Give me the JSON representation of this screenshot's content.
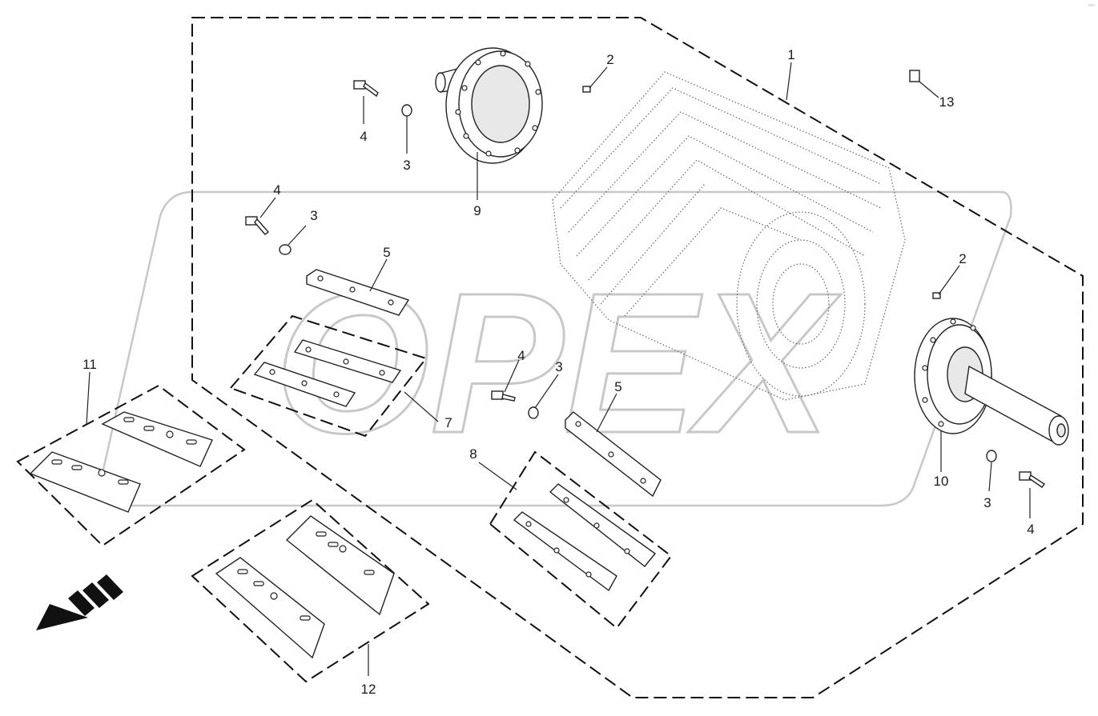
{
  "watermark": {
    "text": "OPEX",
    "color": "#c8c8c8"
  },
  "corner_mark": "▫▫▫",
  "callouts": [
    {
      "id": "c1",
      "text": "1"
    },
    {
      "id": "c2a",
      "text": "2"
    },
    {
      "id": "c2b",
      "text": "2"
    },
    {
      "id": "c3a",
      "text": "3"
    },
    {
      "id": "c3b",
      "text": "3"
    },
    {
      "id": "c3c",
      "text": "3"
    },
    {
      "id": "c3d",
      "text": "3"
    },
    {
      "id": "c4a",
      "text": "4"
    },
    {
      "id": "c4b",
      "text": "4"
    },
    {
      "id": "c4c",
      "text": "4"
    },
    {
      "id": "c4d",
      "text": "4"
    },
    {
      "id": "c5a",
      "text": "5"
    },
    {
      "id": "c5b",
      "text": "5"
    },
    {
      "id": "c7",
      "text": "7"
    },
    {
      "id": "c8",
      "text": "8"
    },
    {
      "id": "c9",
      "text": "9"
    },
    {
      "id": "c10",
      "text": "10"
    },
    {
      "id": "c11",
      "text": "11"
    },
    {
      "id": "c12",
      "text": "12"
    },
    {
      "id": "c13",
      "text": "13"
    }
  ]
}
